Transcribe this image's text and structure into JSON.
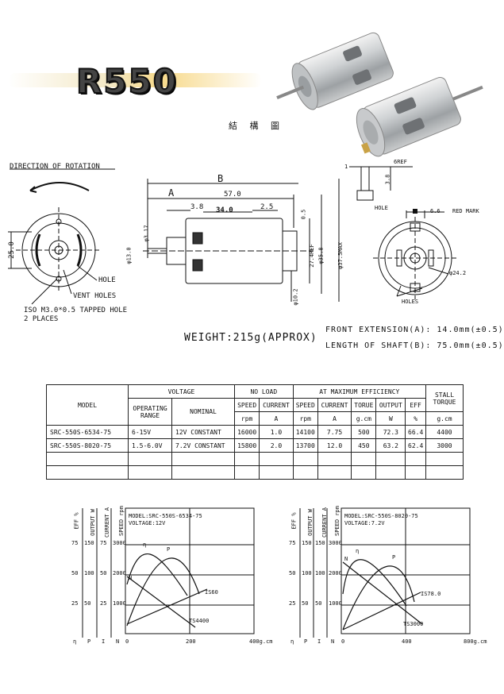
{
  "header": {
    "title": "R550",
    "subtitle": "結 構 圖"
  },
  "drawing": {
    "direction_label": "DIRECTION OF ROTATION",
    "dims": {
      "b": "B",
      "a": "A",
      "d57": "57.0",
      "d3_8": "3.8",
      "d34": "34.0",
      "d2_5": "2.5",
      "d0_5": "0.5",
      "d3_17": "φ3.17",
      "d13": "φ13.0",
      "d27_4": "27.4REF",
      "d35_8": "φ35.8",
      "d37_5": "φ37.5MAX",
      "d10_2": "φ10.2",
      "d25": "25.0",
      "d1": "1",
      "d6ref": "6REF",
      "d3_8b": "3.8",
      "d6_6": "6.6",
      "d24_2": "φ24.2"
    },
    "labels": {
      "hole": "HOLE",
      "vent_holes": "VENT HOLES",
      "tapped": "ISO M3.0*0.5 TAPPED HOLE",
      "places": "2 PLACES",
      "hole_top": "HOLE",
      "red_mark": "RED MARK",
      "holes": "HOLES"
    },
    "weight": "WEIGHT:215g(APPROX)",
    "front_extension": "FRONT EXTENSION(A): 14.0mm(±0.5)",
    "shaft_length": "LENGTH OF SHAFT(B): 75.0mm(±0.5)"
  },
  "table": {
    "headers": {
      "model": "MODEL",
      "voltage": "VOLTAGE",
      "no_load": "NO LOAD",
      "max_eff": "AT MAXIMUM EFFICIENCY",
      "stall": "STALL",
      "torque": "TORQUE",
      "op_range_1": "OPERATING",
      "op_range_2": "RANGE",
      "nominal": "NOMINAL",
      "speed": "SPEED",
      "current": "CURRENT",
      "speed2": "SPEED",
      "current2": "CURRENT",
      "torue": "TORUE",
      "output": "OUTPUT",
      "eff": "EFF"
    },
    "units": {
      "rpm": "rpm",
      "a": "A",
      "rpm2": "rpm",
      "a2": "A",
      "gcm": "g.cm",
      "w": "W",
      "pct": "%",
      "gcm2": "g.cm"
    },
    "rows": [
      {
        "model": "SRC-550S-6534-75",
        "range": "6-15V",
        "nominal": "12V CONSTANT",
        "nl_speed": "16000",
        "nl_current": "1.0",
        "me_speed": "14100",
        "me_current": "7.75",
        "me_torque": "500",
        "me_output": "72.3",
        "me_eff": "66.4",
        "stall": "4400"
      },
      {
        "model": "SRC-550S-8020-75",
        "range": "1.5-6.0V",
        "nominal": "7.2V CONSTANT",
        "nl_speed": "15800",
        "nl_current": "2.0",
        "me_speed": "13700",
        "me_current": "12.0",
        "me_torque": "450",
        "me_output": "63.2",
        "me_eff": "62.4",
        "stall": "3000"
      }
    ]
  },
  "graphs": [
    {
      "model": "MODEL:SRC-550S-6534-75",
      "voltage": "VOLTAGE:12V",
      "axis_heads": [
        "EFF %",
        "OUTPUT W",
        "CURRENT A",
        "SPEED rpm"
      ],
      "rows": [
        [
          "75",
          "150",
          "75",
          "3000"
        ],
        [
          "50",
          "100",
          "50",
          "2000"
        ],
        [
          "25",
          "50",
          "25",
          "1000"
        ]
      ],
      "bottom_letters": [
        "η",
        "P",
        "I",
        "N"
      ],
      "x_labels": [
        "0",
        "200",
        "400g.cm"
      ],
      "curve_labels": {
        "eta": "η",
        "p": "P",
        "n": "N",
        "i": "IS60",
        "ts": "TS4400"
      }
    },
    {
      "model": "MODEL:SRC-550S-8020-75",
      "voltage": "VOLTAGE:7.2V",
      "axis_heads": [
        "EFF %",
        "OUTPUT W",
        "CURRENT A",
        "SPEED rpm"
      ],
      "rows": [
        [
          "75",
          "150",
          "150",
          "3000"
        ],
        [
          "50",
          "100",
          "100",
          "2000"
        ],
        [
          "25",
          "50",
          "50",
          "1000"
        ]
      ],
      "bottom_letters": [
        "η",
        "P",
        "I",
        "N"
      ],
      "x_labels": [
        "0",
        "400",
        "800g.cm"
      ],
      "curve_labels": {
        "eta": "η",
        "p": "P",
        "n": "N",
        "i": "IS78.0",
        "ts": "TS3000"
      }
    }
  ]
}
